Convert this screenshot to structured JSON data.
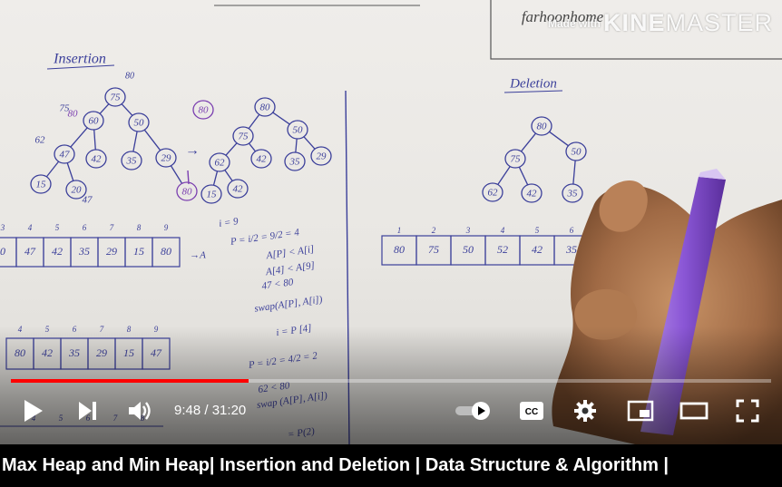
{
  "watermark": {
    "made_with": "Made with",
    "brand_bold": "KINE",
    "brand_rest": "MASTER"
  },
  "board": {
    "top_right_text": "farhoonhome",
    "insertion_heading": "Insertion",
    "deletion_heading": "Deletion",
    "insert_value_circled": "80",
    "insert_tree_before": [
      "75",
      "60",
      "50",
      "47",
      "42",
      "35",
      "29",
      "15",
      "20",
      "80"
    ],
    "insert_tree_after": [
      "80",
      "75",
      "50",
      "62",
      "42",
      "35",
      "29",
      "15",
      "42"
    ],
    "deletion_tree": [
      "80",
      "75",
      "50",
      "62",
      "42",
      "35"
    ],
    "side_notes": [
      "80",
      "75",
      "47",
      "62"
    ],
    "array_indices_top": [
      "3",
      "4",
      "5",
      "6",
      "7",
      "8",
      "9"
    ],
    "array_top": [
      "0",
      "47",
      "42",
      "35",
      "29",
      "15",
      "80"
    ],
    "array_top_suffix": "→A",
    "array_mid_indices": [
      "4",
      "5",
      "6",
      "7",
      "8",
      "9"
    ],
    "array_mid": [
      "80",
      "42",
      "35",
      "29",
      "15",
      "47"
    ],
    "array_bottom_indices": [
      "4",
      "5",
      "6",
      "7",
      "8"
    ],
    "deletion_indices": [
      "1",
      "2",
      "3",
      "4",
      "5",
      "6"
    ],
    "deletion_array": [
      "80",
      "75",
      "50",
      "52",
      "42",
      "35"
    ],
    "notes": [
      "i = 9",
      "P = i/2 = 9/2 = 4",
      "A[P] < A[i]",
      "A[4] < A[9]",
      "47 < 80",
      "swap(A[P], A[i])",
      "i = P [4]",
      "P = i/2 = 4/2 = 2",
      "62 < 80",
      "swap (A[P], A[i])",
      "= P(2)"
    ]
  },
  "controls": {
    "current_time": "9:48",
    "duration": "31:20",
    "time_separator": "/",
    "progress_fraction": 0.3127
  },
  "video_title": "Max Heap and Min Heap| Insertion and Deletion | Data Structure & Algorithm |",
  "colors": {
    "progress": "#ff0000",
    "ink": "#3b3f9a",
    "purple_ink": "#7b3fb0"
  },
  "icons": [
    "play-icon",
    "next-icon",
    "volume-icon",
    "autoplay-toggle-icon",
    "captions-icon",
    "settings-icon",
    "miniplayer-icon",
    "theater-icon",
    "fullscreen-icon"
  ]
}
